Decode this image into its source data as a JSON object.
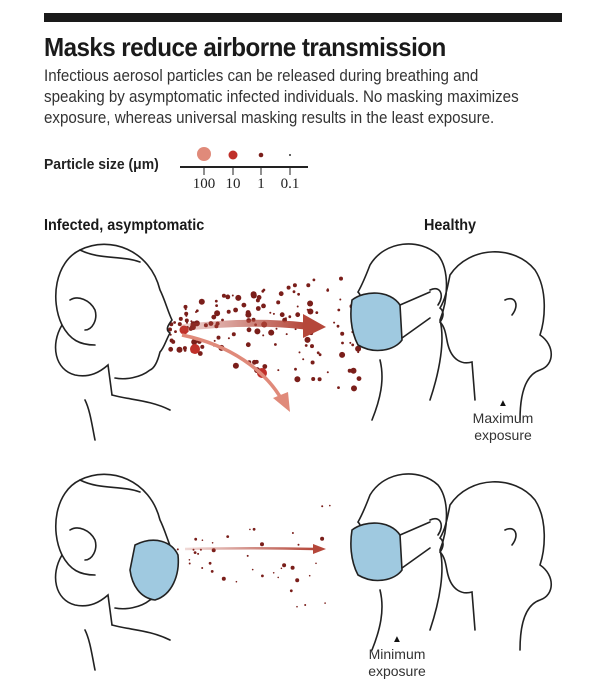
{
  "title": "Masks reduce airborne transmission",
  "description": "Infectious aerosol particles can be released during breathing and speaking by asymptomatic infected individuals. No masking maximizes exposure, whereas universal masking results in the least exposure.",
  "legend": {
    "label": "Particle size (μm)",
    "ticks": [
      "100",
      "10",
      "1",
      "0.1"
    ],
    "colors": [
      "#e08a7a",
      "#c0302a",
      "#7a1e1a",
      "#333333"
    ]
  },
  "labels": {
    "infected": "Infected, asymptomatic",
    "healthy": "Healthy"
  },
  "scenarios": [
    {
      "exposure_line1": "Maximum",
      "exposure_line2": "exposure"
    },
    {
      "exposure_line1": "Minimum",
      "exposure_line2": "exposure"
    }
  ],
  "colors": {
    "mask": "#9fc9e0",
    "particle": "#7a1e1a",
    "arrow": "#b5473a",
    "arrow_light": "#e08a7a"
  }
}
